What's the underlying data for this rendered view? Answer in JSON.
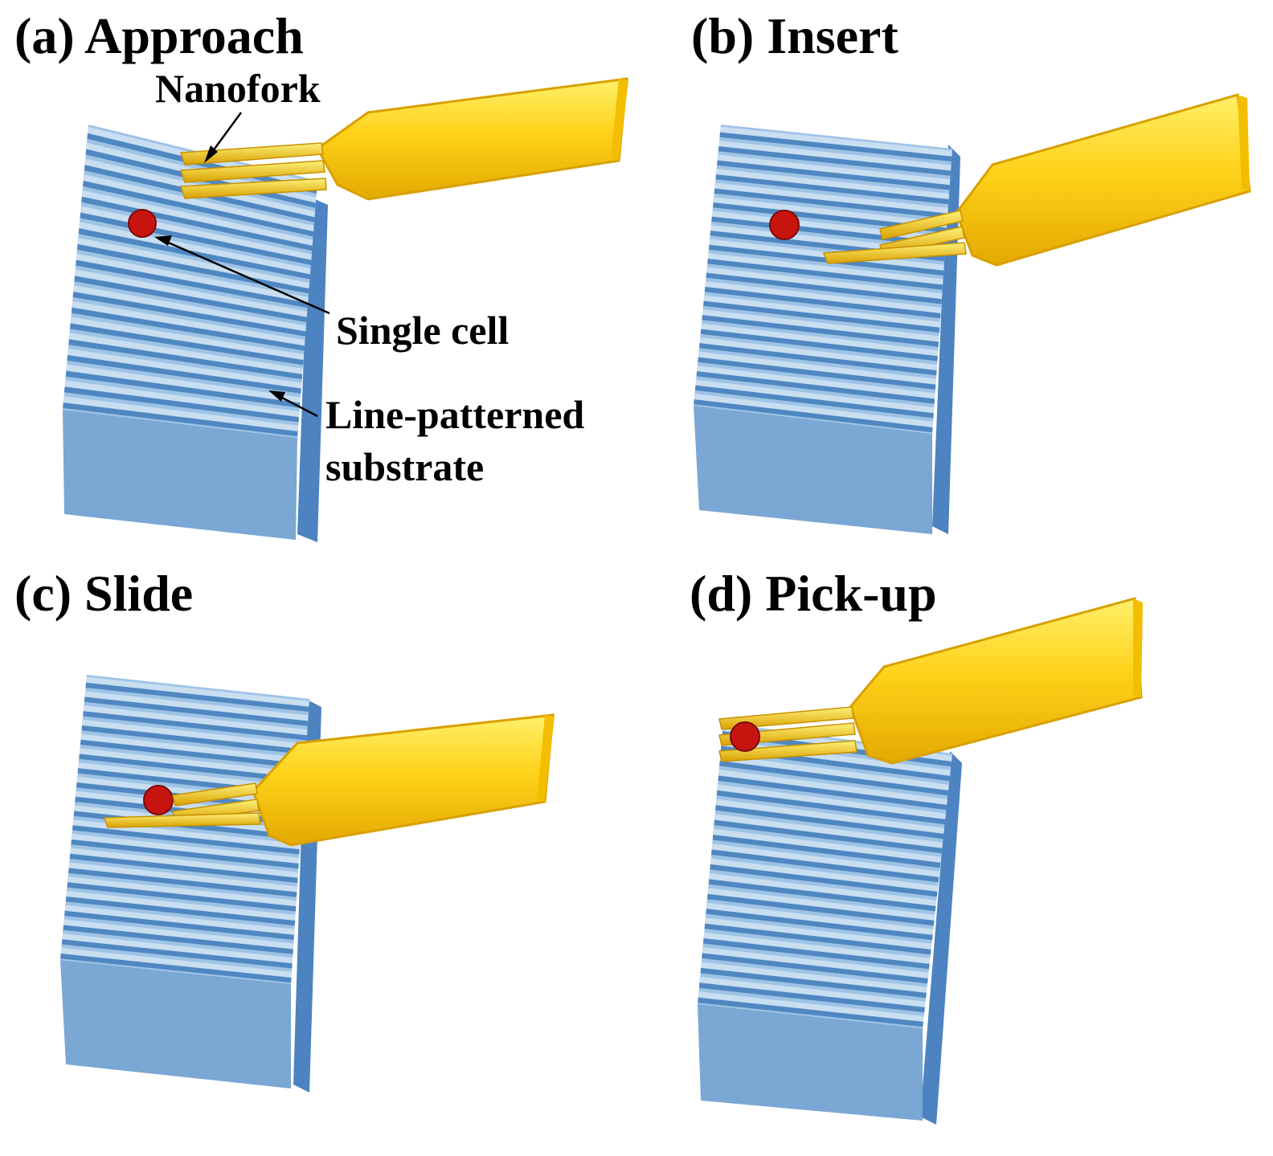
{
  "figure": {
    "panels": [
      {
        "id": "a",
        "title": "(a) Approach"
      },
      {
        "id": "b",
        "title": "(b) Insert"
      },
      {
        "id": "c",
        "title": "(c) Slide"
      },
      {
        "id": "d",
        "title": "(d) Pick-up"
      }
    ],
    "annotations": {
      "nanofork": "Nanofork",
      "single_cell": "Single cell",
      "substrate_line1": "Line-patterned",
      "substrate_line2": "substrate"
    },
    "colors": {
      "substrate_top": "#9ec3e6",
      "substrate_stripe_light": "#c9def1",
      "substrate_stripe_dark": "#4f87c1",
      "substrate_front": "#7aa7d3",
      "substrate_side": "#4c83c0",
      "probe_yellow": "#ffd21a",
      "probe_shadow": "#e3a900",
      "cell_red": "#c8140f"
    }
  }
}
